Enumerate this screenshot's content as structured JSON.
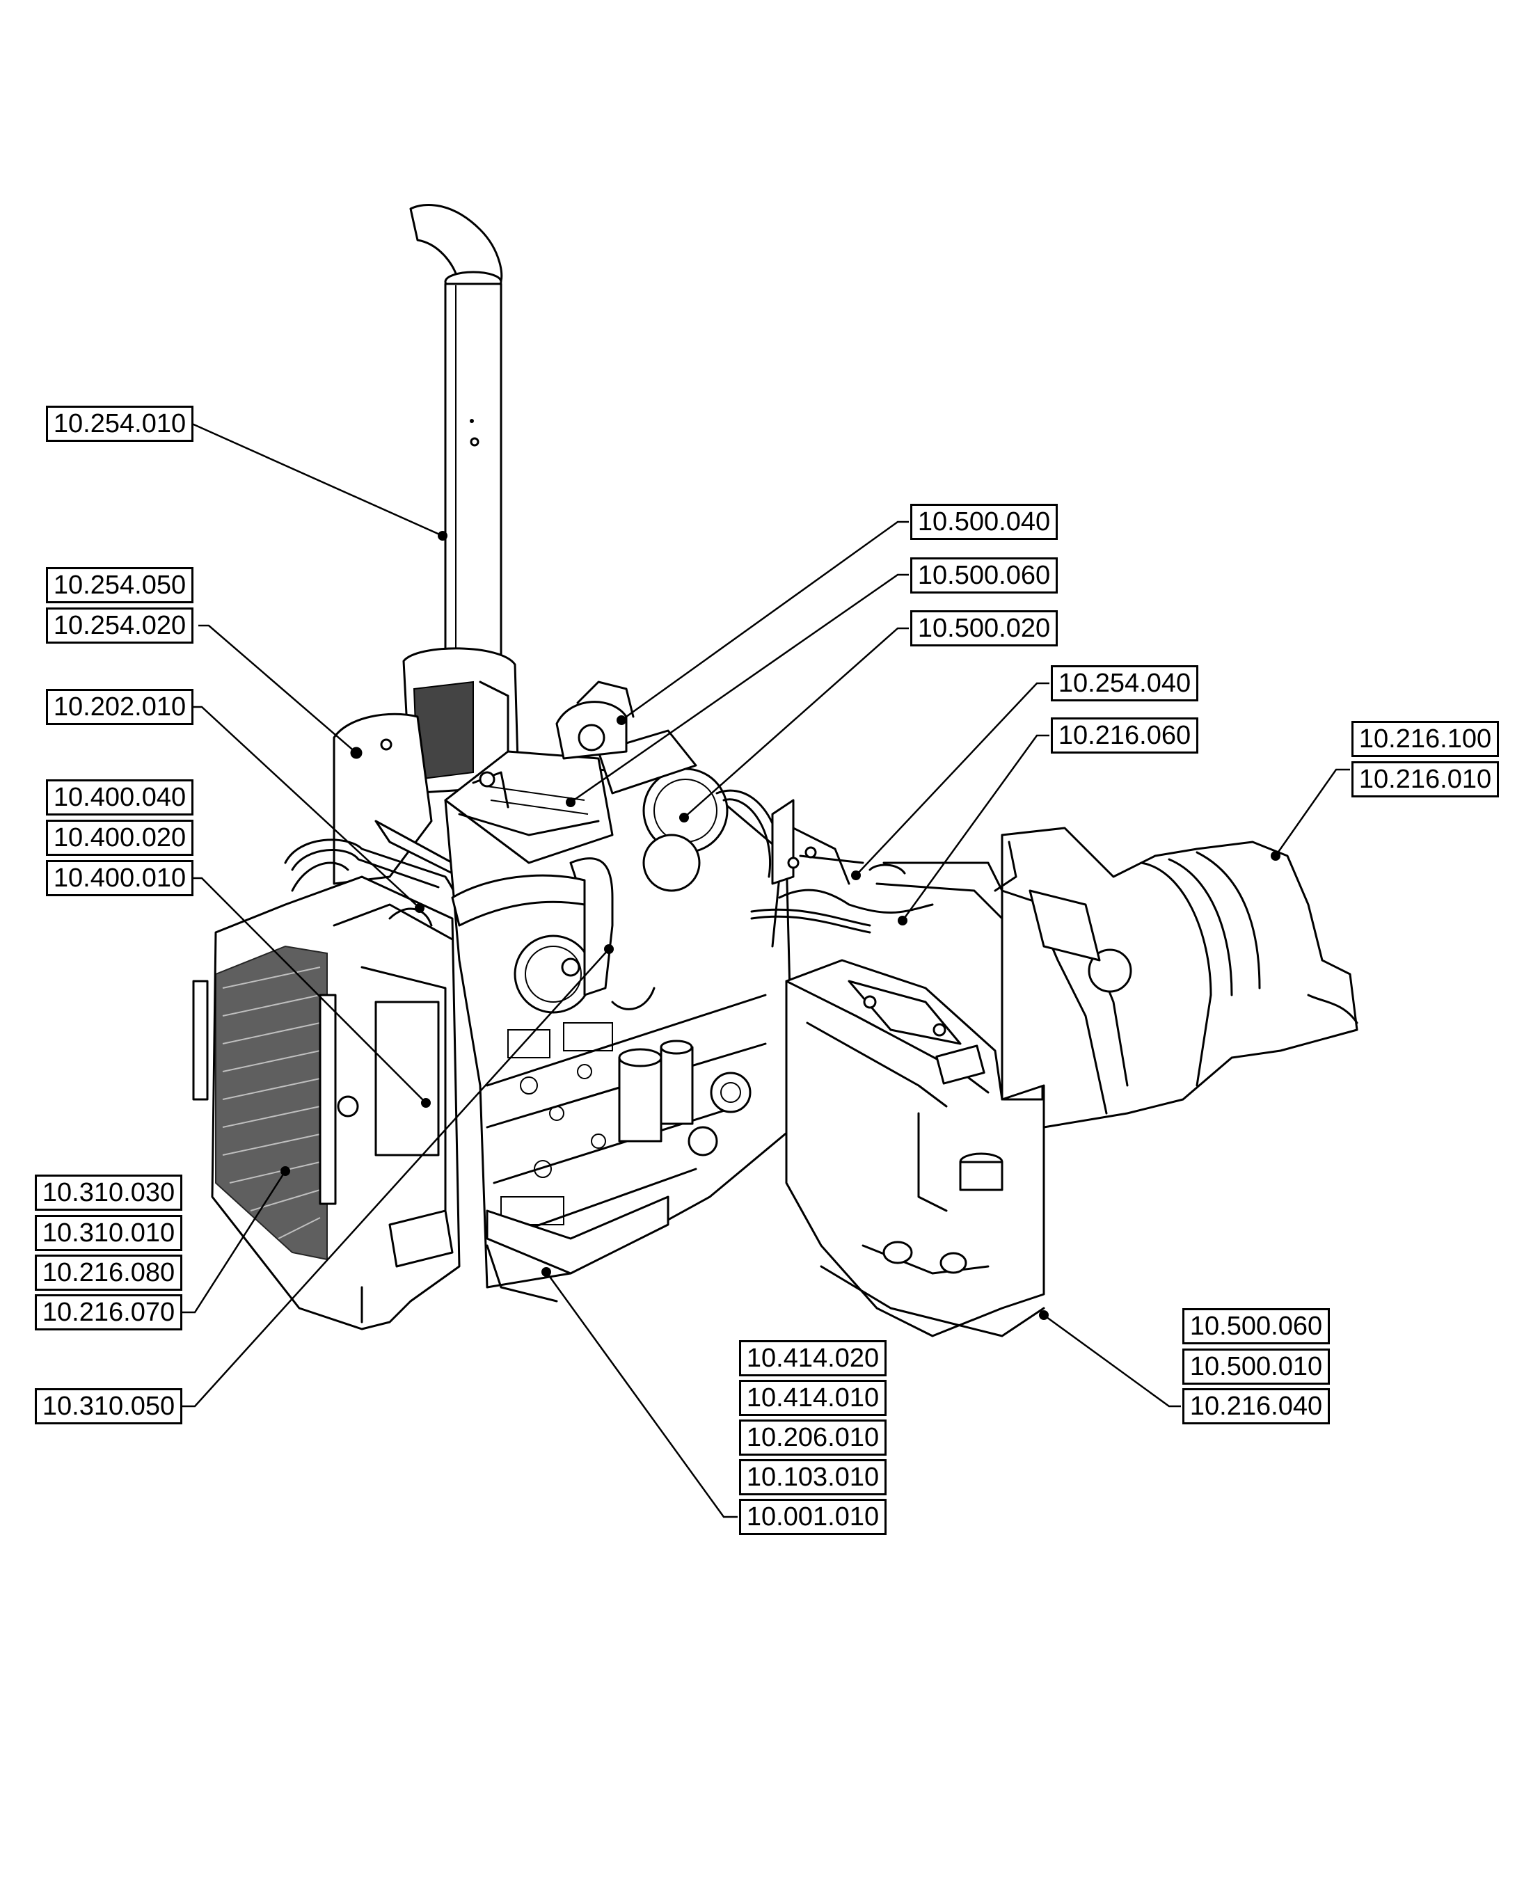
{
  "callouts": [
    {
      "id": "c1",
      "label": "10.254.010"
    },
    {
      "id": "c2",
      "label": "10.500.040"
    },
    {
      "id": "c3",
      "label": "10.500.060"
    },
    {
      "id": "c4",
      "label": "10.254.050"
    },
    {
      "id": "c5",
      "label": "10.254.020"
    },
    {
      "id": "c6",
      "label": "10.500.020"
    },
    {
      "id": "c7",
      "label": "10.254.040"
    },
    {
      "id": "c8",
      "label": "10.202.010"
    },
    {
      "id": "c9",
      "label": "10.216.060"
    },
    {
      "id": "c10",
      "label": "10.216.100"
    },
    {
      "id": "c11",
      "label": "10.216.010"
    },
    {
      "id": "c12",
      "label": "10.400.040"
    },
    {
      "id": "c13",
      "label": "10.400.020"
    },
    {
      "id": "c14",
      "label": "10.400.010"
    },
    {
      "id": "c15",
      "label": "10.310.030"
    },
    {
      "id": "c16",
      "label": "10.310.010"
    },
    {
      "id": "c17",
      "label": "10.216.080"
    },
    {
      "id": "c18",
      "label": "10.216.070"
    },
    {
      "id": "c19",
      "label": "10.500.060"
    },
    {
      "id": "c20",
      "label": "10.500.010"
    },
    {
      "id": "c21",
      "label": "10.216.040"
    },
    {
      "id": "c22",
      "label": "10.414.020"
    },
    {
      "id": "c23",
      "label": "10.414.010"
    },
    {
      "id": "c24",
      "label": "10.206.010"
    },
    {
      "id": "c25",
      "label": "10.103.010"
    },
    {
      "id": "c26",
      "label": "10.001.010"
    },
    {
      "id": "c27",
      "label": "10.310.050"
    }
  ]
}
